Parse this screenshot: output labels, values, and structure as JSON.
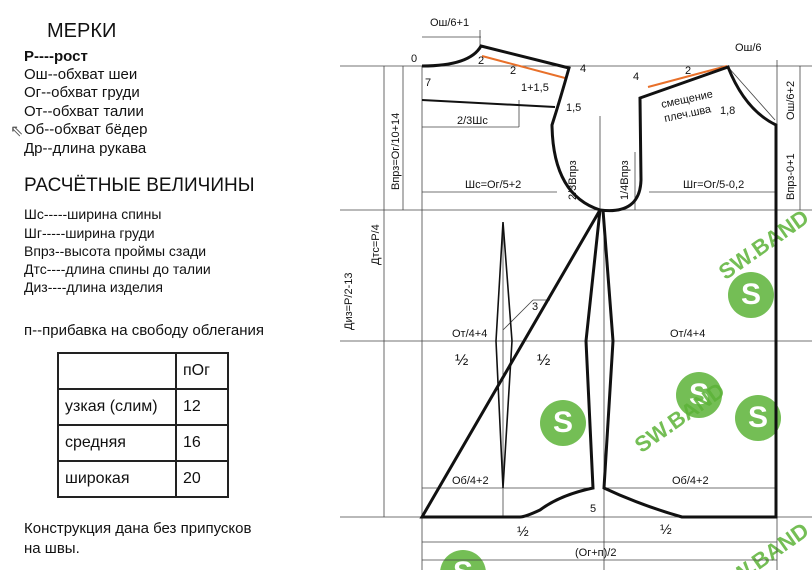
{
  "title": "МЕРКИ",
  "measures": [
    "Р----рост",
    "Ош--обхват шеи",
    "Ог--обхват груди",
    "От--обхват талии",
    "Об--обхват бёдер",
    "Др--длина рукава"
  ],
  "calc_title": "РАСЧЁТНЫЕ ВЕЛИЧИНЫ",
  "calc": [
    "Шс-----ширина спины",
    "Шг-----ширина груди",
    "Впрз--высота проймы сзади",
    "Дтс----длина спины до талии",
    "Диз----длина изделия"
  ],
  "allowance_title": "п--прибавка на свободу облегания",
  "table": {
    "header": [
      "",
      "пОг"
    ],
    "rows": [
      [
        "узкая (слим)",
        "12"
      ],
      [
        "средняя",
        "16"
      ],
      [
        "широкая",
        "20"
      ]
    ]
  },
  "note": [
    "Конструкция дана без припусков",
    "на швы."
  ],
  "labels": {
    "osh6p1": "Ош/6+1",
    "zero": "0",
    "seven": "7",
    "two_a": "2",
    "two_b": "2",
    "two_c": "2",
    "four_a": "4",
    "four_b": "4",
    "one15": "1+1,5",
    "d15": "1,5",
    "shc23": "2/3Шс",
    "vprz23": "2/3Впрз",
    "vprz14": "1/4Впрз",
    "shc": "Шс=Ог/5+2",
    "shg": "Шг=Ог/5-0,2",
    "osh6": "Ош/6",
    "osh6p2": "Ош/6+2",
    "vprz01": "Впрз-0+1",
    "shift": "смещение",
    "shift2": "плеч.шва",
    "d18": "1,8",
    "vprz": "Впрз=Ог/10+14",
    "dts": "Дтс=Р/4",
    "diz": "Диз=Р/2-13",
    "three": "3",
    "ot1": "От/4+4",
    "ot2": "От/4+4",
    "half1": "½",
    "half2": "½",
    "half3": "½",
    "half4": "½",
    "ob1": "Об/4+2",
    "ob2": "Об/4+2",
    "five": "5",
    "ogn": "(Ог+п)/2"
  },
  "colors": {
    "line": "#111111",
    "accent": "#e8702a",
    "watermark": "#5cb338"
  },
  "watermark": "SW.BAND"
}
